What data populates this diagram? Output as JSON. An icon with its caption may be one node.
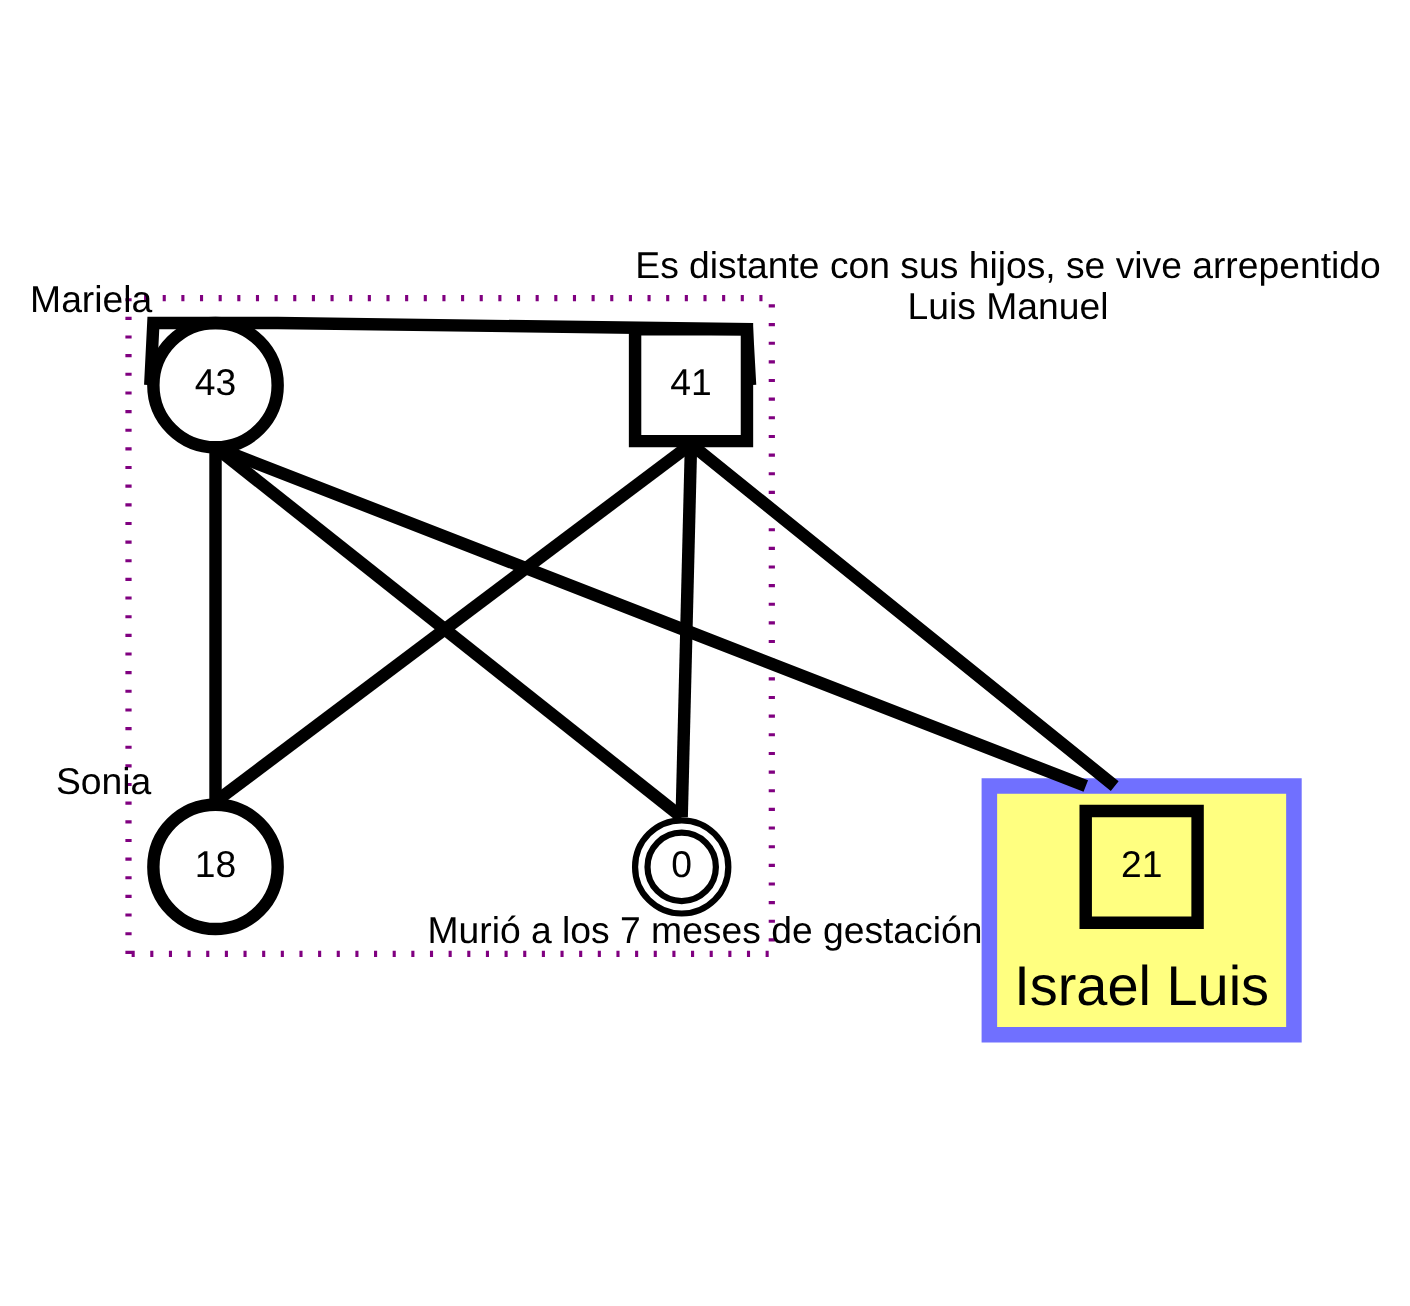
{
  "diagram": {
    "nodes": [
      {
        "text": [],
        "shape": "box"
      },
      {
        "text": [
          "41"
        ],
        "beside": [
          "Es distante con sus hijos, se vive arrepentido",
          "Luis Manuel"
        ],
        "in": 0
      },
      {
        "text": [
          "43"
        ],
        "beside": [
          "Mariela"
        ],
        "in": 0
      },
      {
        "text": [
          "Israel Luis"
        ]
      },
      {
        "text": [
          "21"
        ],
        "in": 3
      },
      {
        "text": [
          "18"
        ],
        "beside": [
          "Sonia"
        ],
        "in": 0
      },
      {
        "text": [
          "0"
        ],
        "beside": [
          "Murió a los 7 meses de gestación"
        ],
        "in": 0
      }
    ],
    "edges": [
      {
        "from": 1,
        "to": 2,
        "arrow": "none"
      },
      {
        "from": 1,
        "to": 3,
        "arrow": "none"
      },
      {
        "from": 2,
        "to": 3,
        "arrow": "none"
      },
      {
        "from": 1,
        "to": 5,
        "arrow": "none"
      },
      {
        "from": 2,
        "to": 5,
        "arrow": "none"
      },
      {
        "from": 1,
        "to": 6,
        "arrow": "none"
      },
      {
        "from": 2,
        "to": 6,
        "arrow": "none"
      }
    ]
  }
}
